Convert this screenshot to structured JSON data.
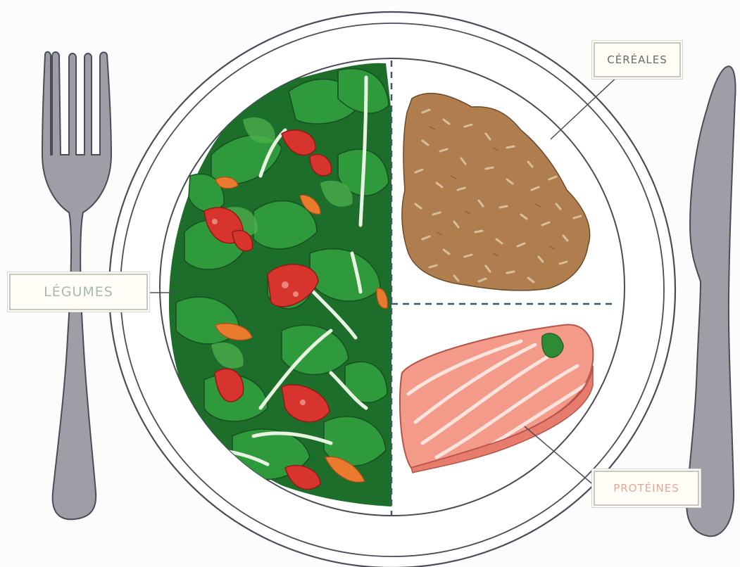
{
  "labels": {
    "cereales": "CÉRÉALES",
    "legumes": "LÉGUMES",
    "proteines": "PROTÉINES"
  },
  "colors": {
    "background": "#fbfcfb",
    "cutlery": "#9e9ea6",
    "outline": "#4a4d57",
    "leaf": "#2e8d3a",
    "tomato": "#d8342e",
    "carrot": "#ea7a2e",
    "grain": "#b07e4e",
    "salmon": "#f39a8a",
    "divider": "#3f5b6b"
  }
}
